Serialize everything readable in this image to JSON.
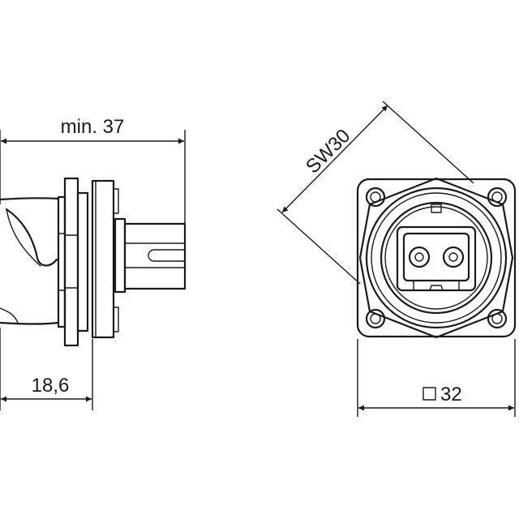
{
  "dimensions": {
    "overall_length": "min. 37",
    "flange_offset": "18,6",
    "wrench_size": "SW30",
    "square_size": "32"
  },
  "colors": {
    "line": "#1a1a1a",
    "background": "#ffffff"
  }
}
